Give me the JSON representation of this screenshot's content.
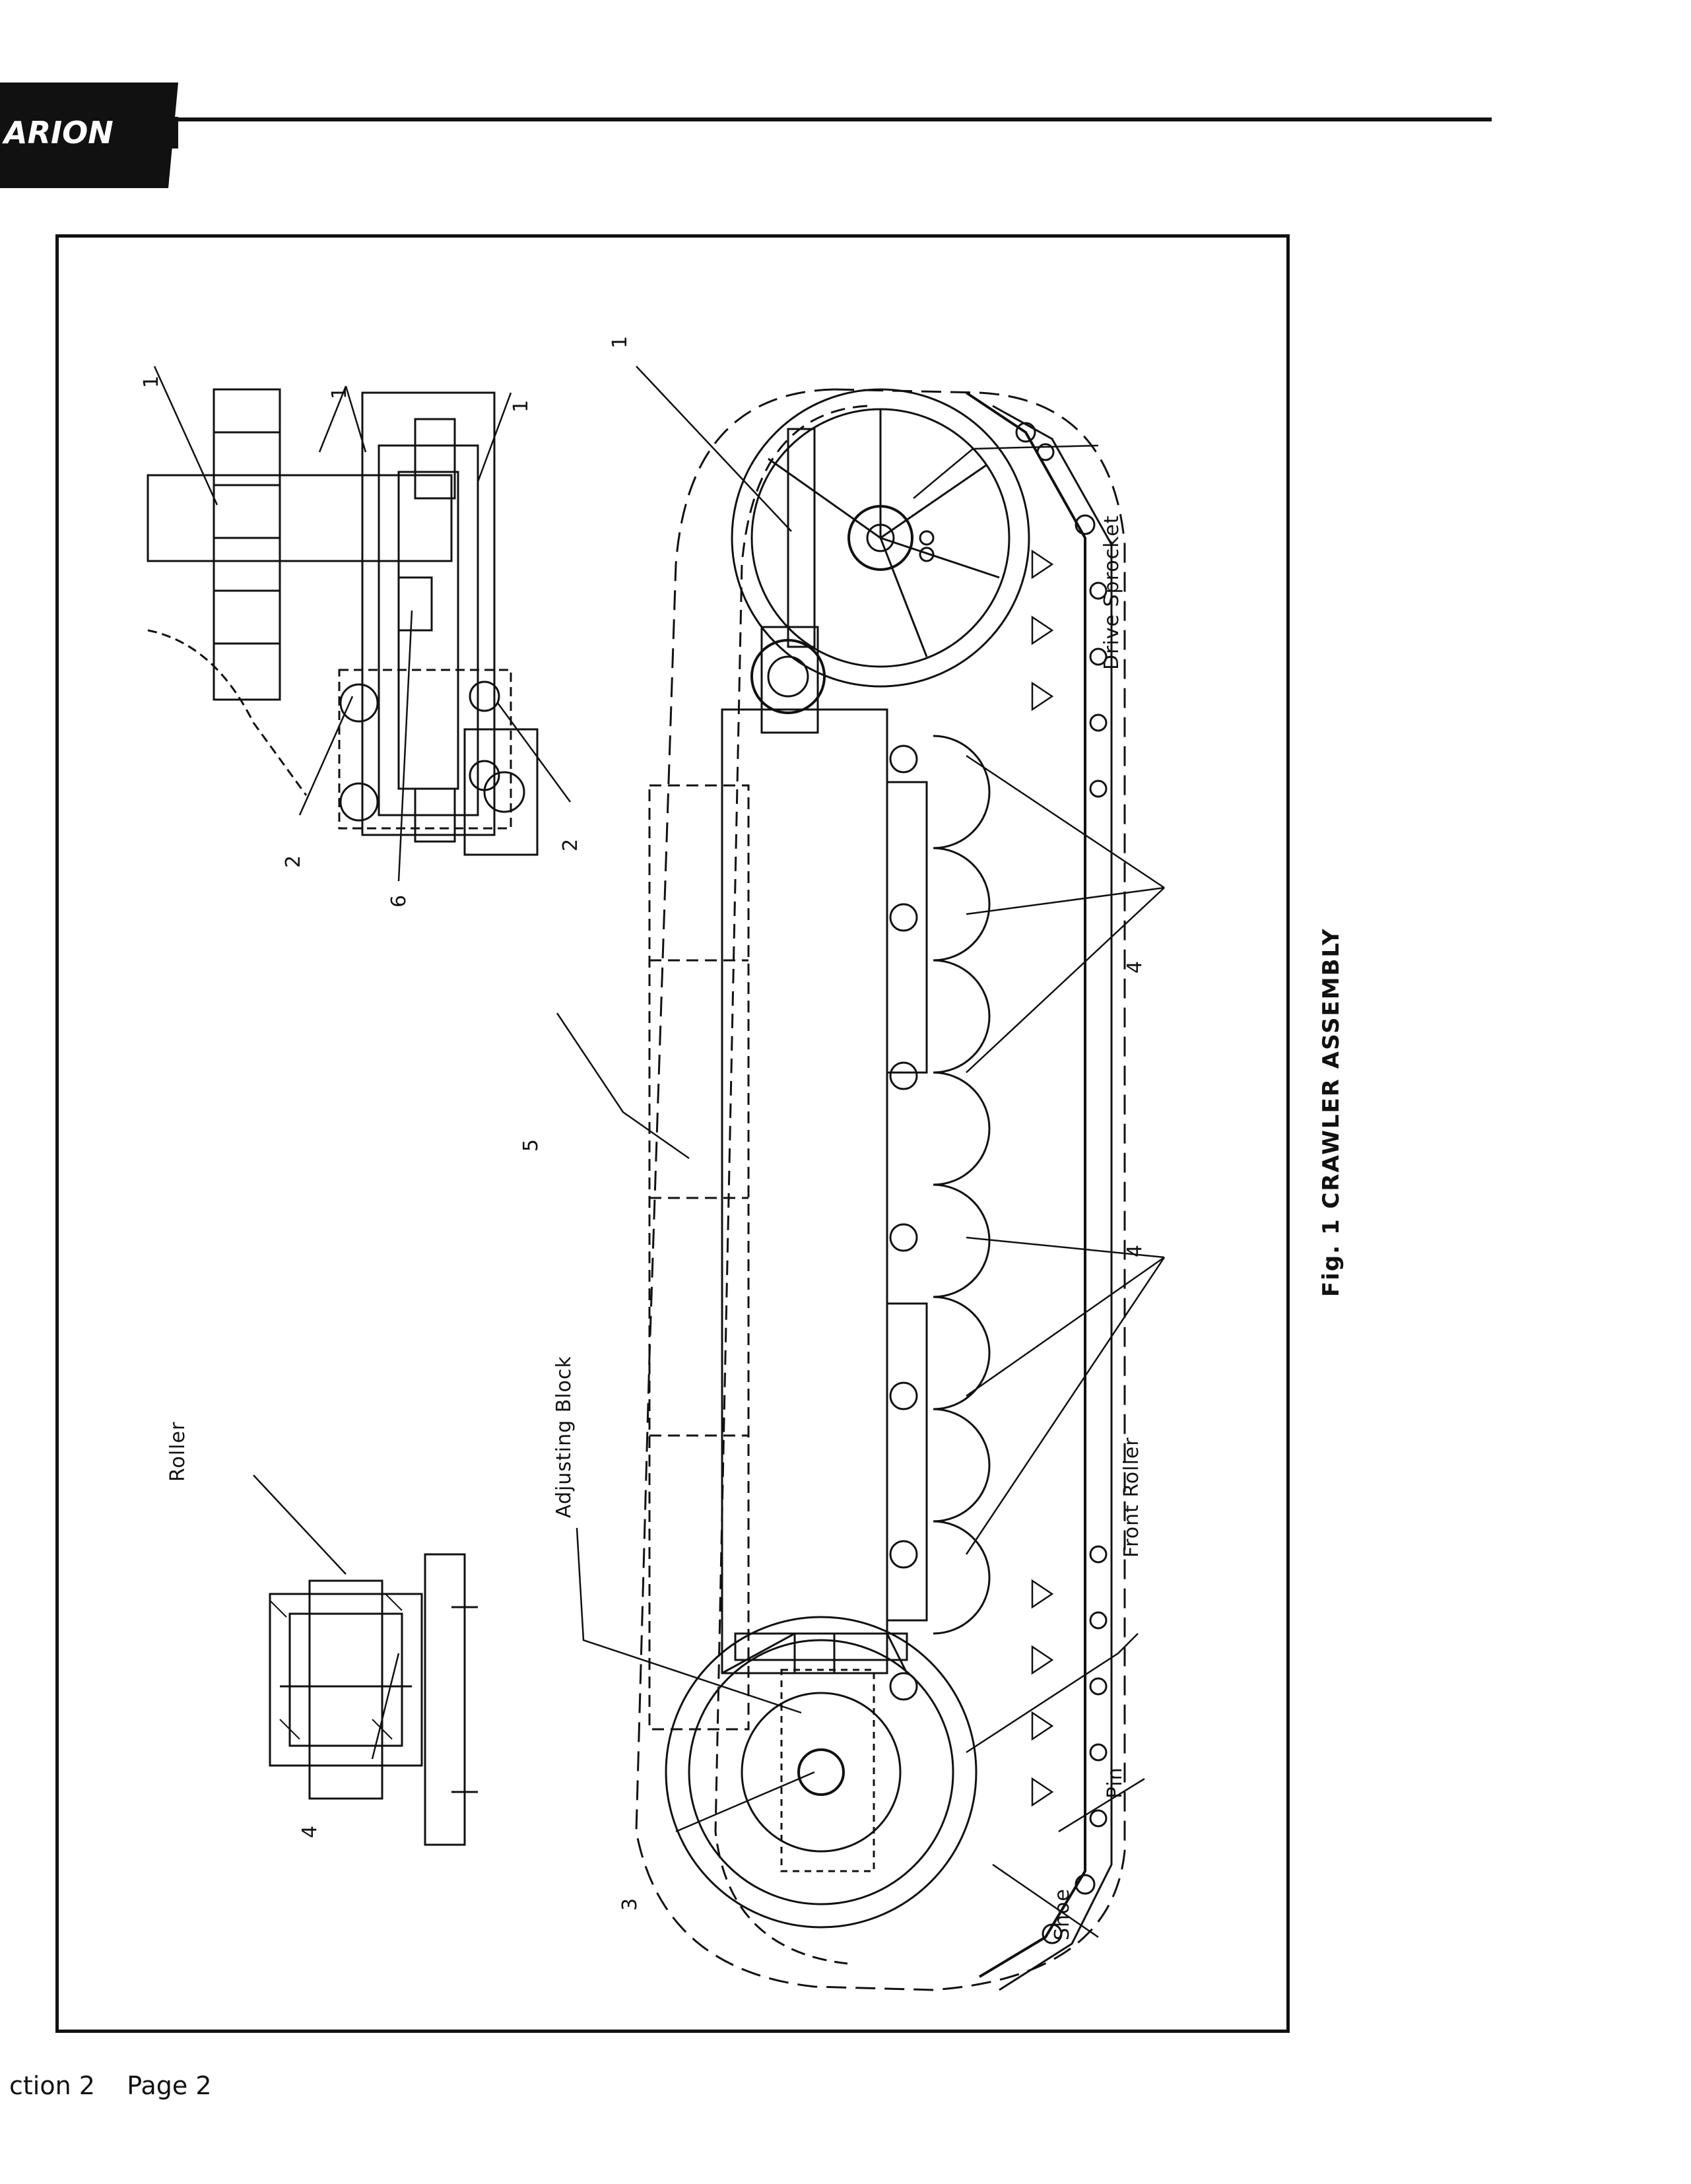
{
  "header": {
    "logo_text": "ARION"
  },
  "figure": {
    "caption": "Fig. 1 CRAWLER ASSEMBLY",
    "labels": {
      "drive_sprocket": "Drive  Sprocket",
      "front_roller": "Front  Roller",
      "adjusting_block": "Adjusting  Block",
      "roller": "Roller",
      "pin": "Pin",
      "shoe": "Shoe"
    },
    "callouts": {
      "n1": "1",
      "n2": "2",
      "n3": "3",
      "n4": "4",
      "n5": "5",
      "n6": "6"
    }
  },
  "footer": {
    "text": "ction 2    Page 2"
  }
}
